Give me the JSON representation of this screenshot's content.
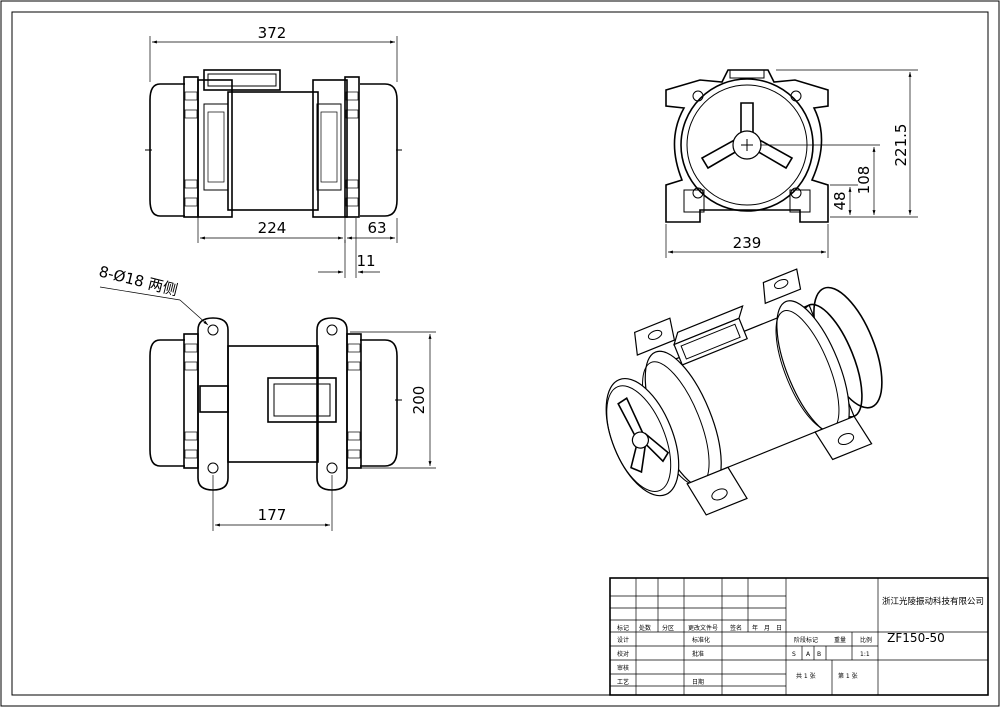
{
  "dimensions": {
    "top_width": "372",
    "top_between": "224",
    "top_right": "63",
    "top_small": "11",
    "side_height": "221.5",
    "side_mid": "108",
    "side_low": "48",
    "side_width": "239",
    "bottom_height": "200",
    "bottom_spacing": "177"
  },
  "callout": "8-Ø18 两侧",
  "title_block": {
    "company": "浙江光陵振动科技有限公司",
    "model": "ZF150-50",
    "row_labels": [
      "标记",
      "处数",
      "分区",
      "更改文件号",
      "签名",
      "年",
      "月",
      "日"
    ],
    "left_labels": [
      "设计",
      "标准化",
      "校对",
      "批准",
      "审核",
      "工艺",
      "日期"
    ],
    "stage_label": "阶段标记",
    "weight_label": "重量",
    "scale_label": "比例",
    "stages": [
      "S",
      "A",
      "B"
    ],
    "scale": "1:1",
    "sheets_total": "共 1 张",
    "sheet_no": "第 1 张"
  }
}
